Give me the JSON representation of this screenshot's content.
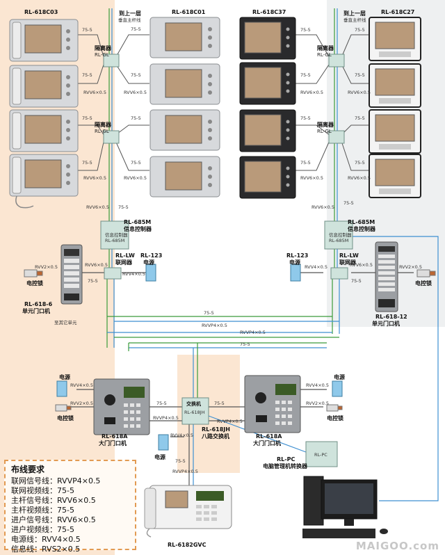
{
  "models": {
    "m618C03": "RL-618C03",
    "m618C01": "RL-618C01",
    "m618C37": "RL-618C37",
    "m618C27": "RL-618C27",
    "isolator": "隔离器",
    "isolator_code": "RL-GL",
    "info_ctrl_model": "RL-685M",
    "info_ctrl_name": "信息控制器",
    "info_ctrl_box": "信息控制器",
    "info_ctrl_sub": "RL-685M",
    "network_model": "RL-LW",
    "network_name": "联网器",
    "psu_model": "RL-123",
    "psu_name": "电源",
    "unit6_model": "RL-618-6",
    "unit6_name": "单元门口机",
    "unit12_model": "RL-618-12",
    "unit12_name": "单元门口机",
    "main_gate_model": "RL-618A",
    "main_gate_name": "大门门口机",
    "switch_name": "交换机",
    "switch_code": "RL-618JH",
    "switch_model": "RL-618JH",
    "switch_desc": "八路交换机",
    "pc_model": "RL-PC",
    "pc_desc": "电脑管理机转换器",
    "pc_box_code": "RL-PC",
    "guard_model": "RL-6182GVC",
    "power": "电源",
    "lock": "电控锁",
    "to_upper": "到上一层",
    "vertical_trunk": "垂直主杆线",
    "to_other_units": "至其它单元"
  },
  "cables": {
    "c755": "75-5",
    "rvv6": "RVV6×0.5",
    "rvv2": "RVV2×0.5",
    "rvv4": "RVV4×0.5",
    "rvvp4": "RVVP4×0.5",
    "rvs2": "RVS2×0.5"
  },
  "legend": {
    "title": "布线要求",
    "items": [
      "联网信号线：RVVP4×0.5",
      "联网视频线：75-5",
      "主杆信号线：RVV6×0.5",
      "主杆视频线：75-5",
      "进户信号线：RVV6×0.5",
      "进户视频线：75-5",
      "电源线：RVV4×0.5",
      "信息线：RVS2×0.5"
    ]
  },
  "watermark": "MAIGOO.com",
  "colors": {
    "left_bg": "#fbe6d2",
    "right_bg": "#eef0f1",
    "blue_line": "#3d8fd1",
    "green_line": "#3a9b3a",
    "legend_border": "#e29a52"
  }
}
